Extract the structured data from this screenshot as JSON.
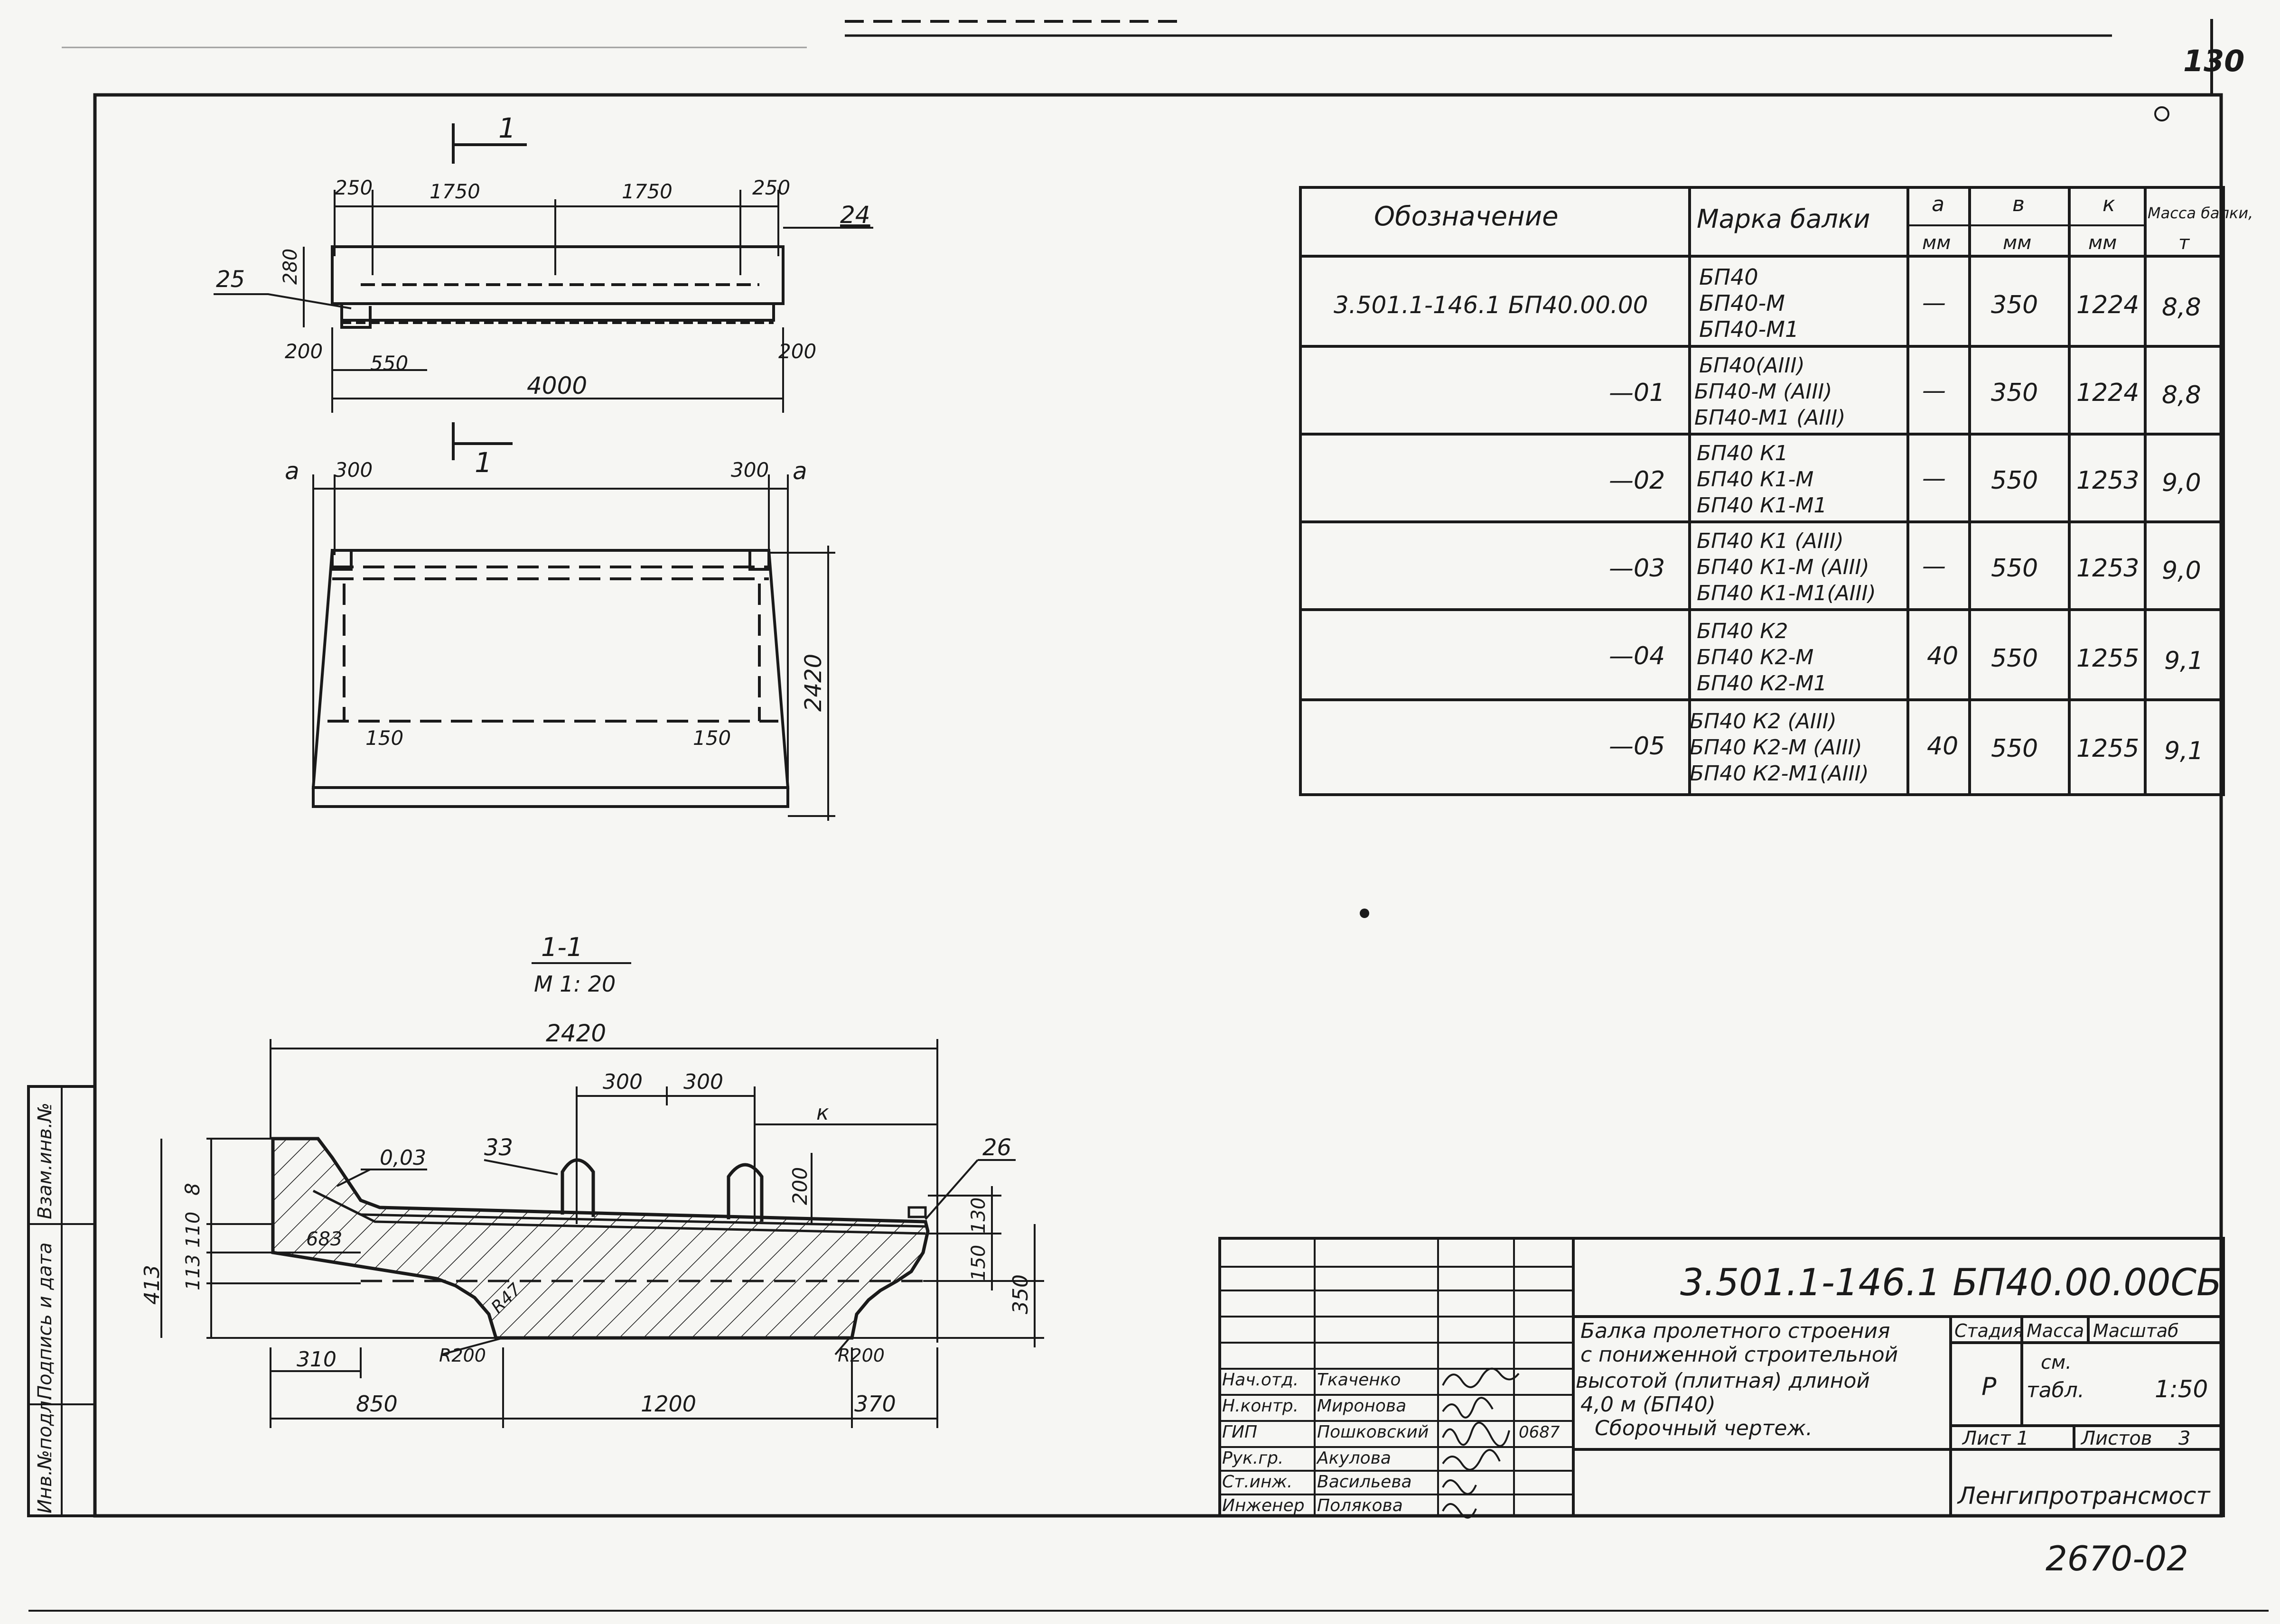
{
  "page_number": "130",
  "footer_code": "2670-02",
  "side_stamp": {
    "invent": "Инв.№подл.",
    "signature": "Подпись и дата",
    "replace": "Взам.инв.№"
  },
  "plan_view": {
    "callout": "24",
    "mark_25": "25",
    "section_mark": "1",
    "dims_top": [
      "250",
      "1750",
      "1750",
      "250"
    ],
    "dim_280": "280",
    "dim_200_left": "200",
    "dim_550": "550",
    "dim_200_right": "200",
    "dim_4000": "4000"
  },
  "top_view": {
    "section_mark": "1",
    "label_a_left": "a",
    "label_a_right": "a",
    "dim_300_left": "300",
    "dim_300_right": "300",
    "dim_2420": "2420",
    "dim_150_left": "150",
    "dim_150_right": "150"
  },
  "section": {
    "title": "1-1",
    "scale": "М 1: 20",
    "dim_2420": "2420",
    "dim_300a": "300",
    "dim_300b": "300",
    "label_k": "к",
    "slope": "0,03",
    "mark_33": "33",
    "mark_26": "26",
    "dim_200": "200",
    "dim_8": "8",
    "dim_110": "110",
    "dim_113": "113",
    "dim_413": "413",
    "dim_683": "683",
    "dim_r47": "R47",
    "dim_130": "130",
    "dim_150": "150",
    "dim_350": "350",
    "dim_r200_left": "R200",
    "dim_r200_right": "R200",
    "dim_310": "310",
    "dim_850": "850",
    "dim_1200": "1200",
    "dim_370": "370"
  },
  "table": {
    "headers": {
      "designation": "Обозначение",
      "mark": "Марка балки",
      "a": "а",
      "a_unit": "мм",
      "b": "в",
      "b_unit": "мм",
      "k": "к",
      "k_unit": "мм",
      "mass": "Масса балки,",
      "mass_unit": "т"
    },
    "rows": [
      {
        "designation": "3.501.1-146.1 БП40.00.00",
        "marks": [
          "БП40",
          "БП40-М",
          "БП40-М1"
        ],
        "a": "—",
        "b": "350",
        "k": "1224",
        "mass": "8,8"
      },
      {
        "designation": "—01",
        "marks": [
          "БП40(АIII)",
          "БП40-М (АIII)",
          "БП40-М1 (АIII)"
        ],
        "a": "—",
        "b": "350",
        "k": "1224",
        "mass": "8,8"
      },
      {
        "designation": "—02",
        "marks": [
          "БП40 К1",
          "БП40 К1-М",
          "БП40 К1-М1"
        ],
        "a": "—",
        "b": "550",
        "k": "1253",
        "mass": "9,0"
      },
      {
        "designation": "—03",
        "marks": [
          "БП40 К1 (АIII)",
          "БП40 К1-М (АIII)",
          "БП40 К1-М1(АIII)"
        ],
        "a": "—",
        "b": "550",
        "k": "1253",
        "mass": "9,0"
      },
      {
        "designation": "—04",
        "marks": [
          "БП40 К2",
          "БП40 К2-М",
          "БП40 К2-М1"
        ],
        "a": "40",
        "b": "550",
        "k": "1255",
        "mass": "9,1"
      },
      {
        "designation": "—05",
        "marks": [
          "БП40 К2 (АIII)",
          "БП40 К2-М (АIII)",
          "БП40 К2-М1(АIII)"
        ],
        "a": "40",
        "b": "550",
        "k": "1255",
        "mass": "9,1"
      }
    ]
  },
  "title_block": {
    "code": "3.501.1-146.1  БП40.00.00СБ",
    "title_lines": [
      "Балка пролетного строения",
      "с пониженной строительной",
      "высотой (плитная) длиной",
      "4,0 м (БП40)",
      "Сборочный    чертеж."
    ],
    "stage_label": "Стадия",
    "mass_label": "Масса",
    "scale_label": "Масштаб",
    "stage_value": "Р",
    "mass_value_1": "см.",
    "mass_value_2": "табл.",
    "scale_value": "1:50",
    "sheet_label": "Лист 1",
    "sheets_label": "Листов",
    "sheets_value": "3",
    "org": "Ленгипротрансмост",
    "number_extra": "0687",
    "staff": [
      {
        "role": "Нач.отд.",
        "name": "Ткаченко"
      },
      {
        "role": "Н.контр.",
        "name": "Миронова"
      },
      {
        "role": "ГИП",
        "name": "Пошковский"
      },
      {
        "role": "Рук.гр.",
        "name": "Акулова"
      },
      {
        "role": "Ст.инж.",
        "name": "Васильева"
      },
      {
        "role": "Инженер",
        "name": "Полякова"
      }
    ]
  }
}
